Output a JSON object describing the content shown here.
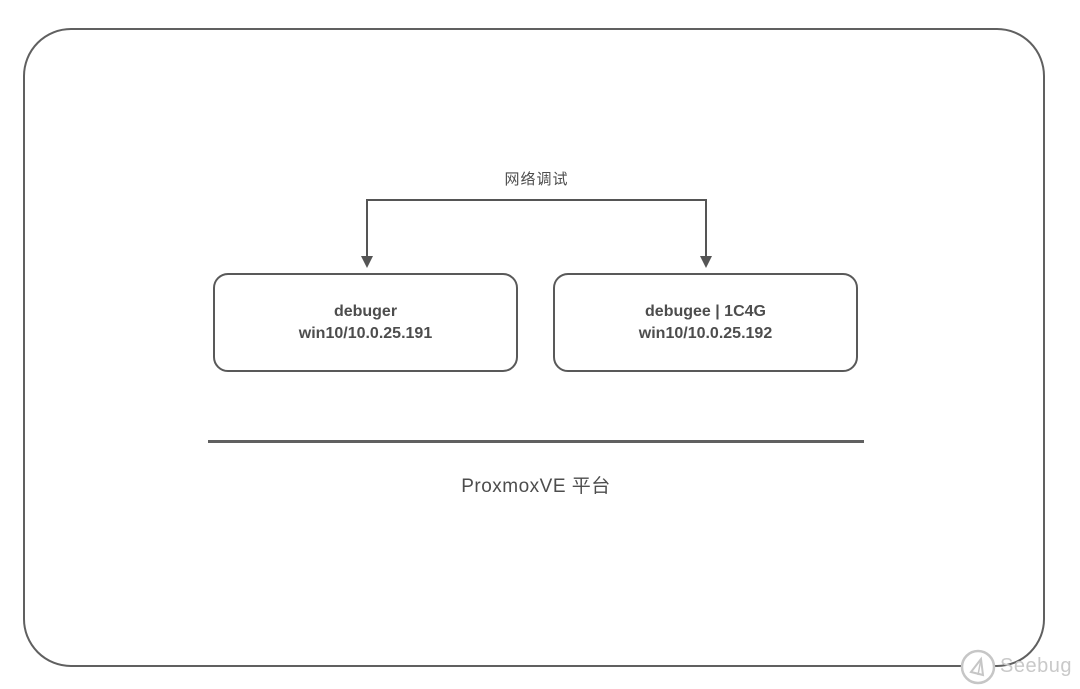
{
  "diagram": {
    "connector_label": "网络调试",
    "nodes": [
      {
        "title": "debuger",
        "subtitle": "win10/10.0.25.191"
      },
      {
        "title": "debugee | 1C4G",
        "subtitle": "win10/10.0.25.192"
      }
    ],
    "platform_label": "ProxmoxVE 平台"
  },
  "watermark": {
    "text": "Seebug"
  },
  "colors": {
    "stroke": "#595959",
    "frame_stroke": "#606060",
    "text": "#4d4d4d",
    "watermark": "#c9c9c9",
    "background": "#ffffff"
  }
}
